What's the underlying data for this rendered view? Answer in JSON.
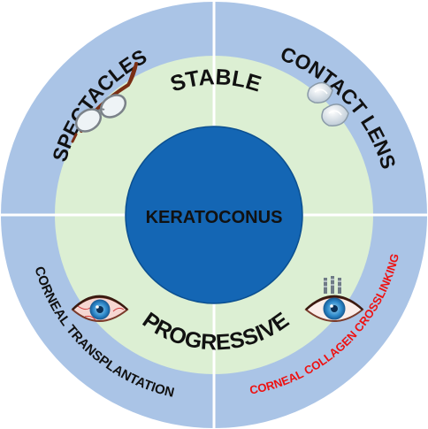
{
  "center": {
    "label": "KERATOCONUS"
  },
  "middle_ring": {
    "top_label": "STABLE",
    "bottom_label": "PROGRESSIVE"
  },
  "outer_ring": {
    "top_left": {
      "label": "SPECTACLES",
      "icon": "spectacles-icon"
    },
    "top_right": {
      "label": "CONTACT LENS",
      "icon": "contact-lens-icon"
    },
    "bottom_left": {
      "label": "CORNEAL TRANSPLANTATION",
      "icon": "inflamed-eye-icon"
    },
    "bottom_right": {
      "label": "CORNEAL COLLAGEN CROSSLINKING",
      "icon": "crosslinking-eye-icon"
    }
  },
  "colors": {
    "outer_ring": "#aac4e6",
    "middle_ring": "#dcefd3",
    "center": "#1466b4",
    "divider": "#ffffff",
    "text": "#111111",
    "accent_text": "#ee1111"
  }
}
